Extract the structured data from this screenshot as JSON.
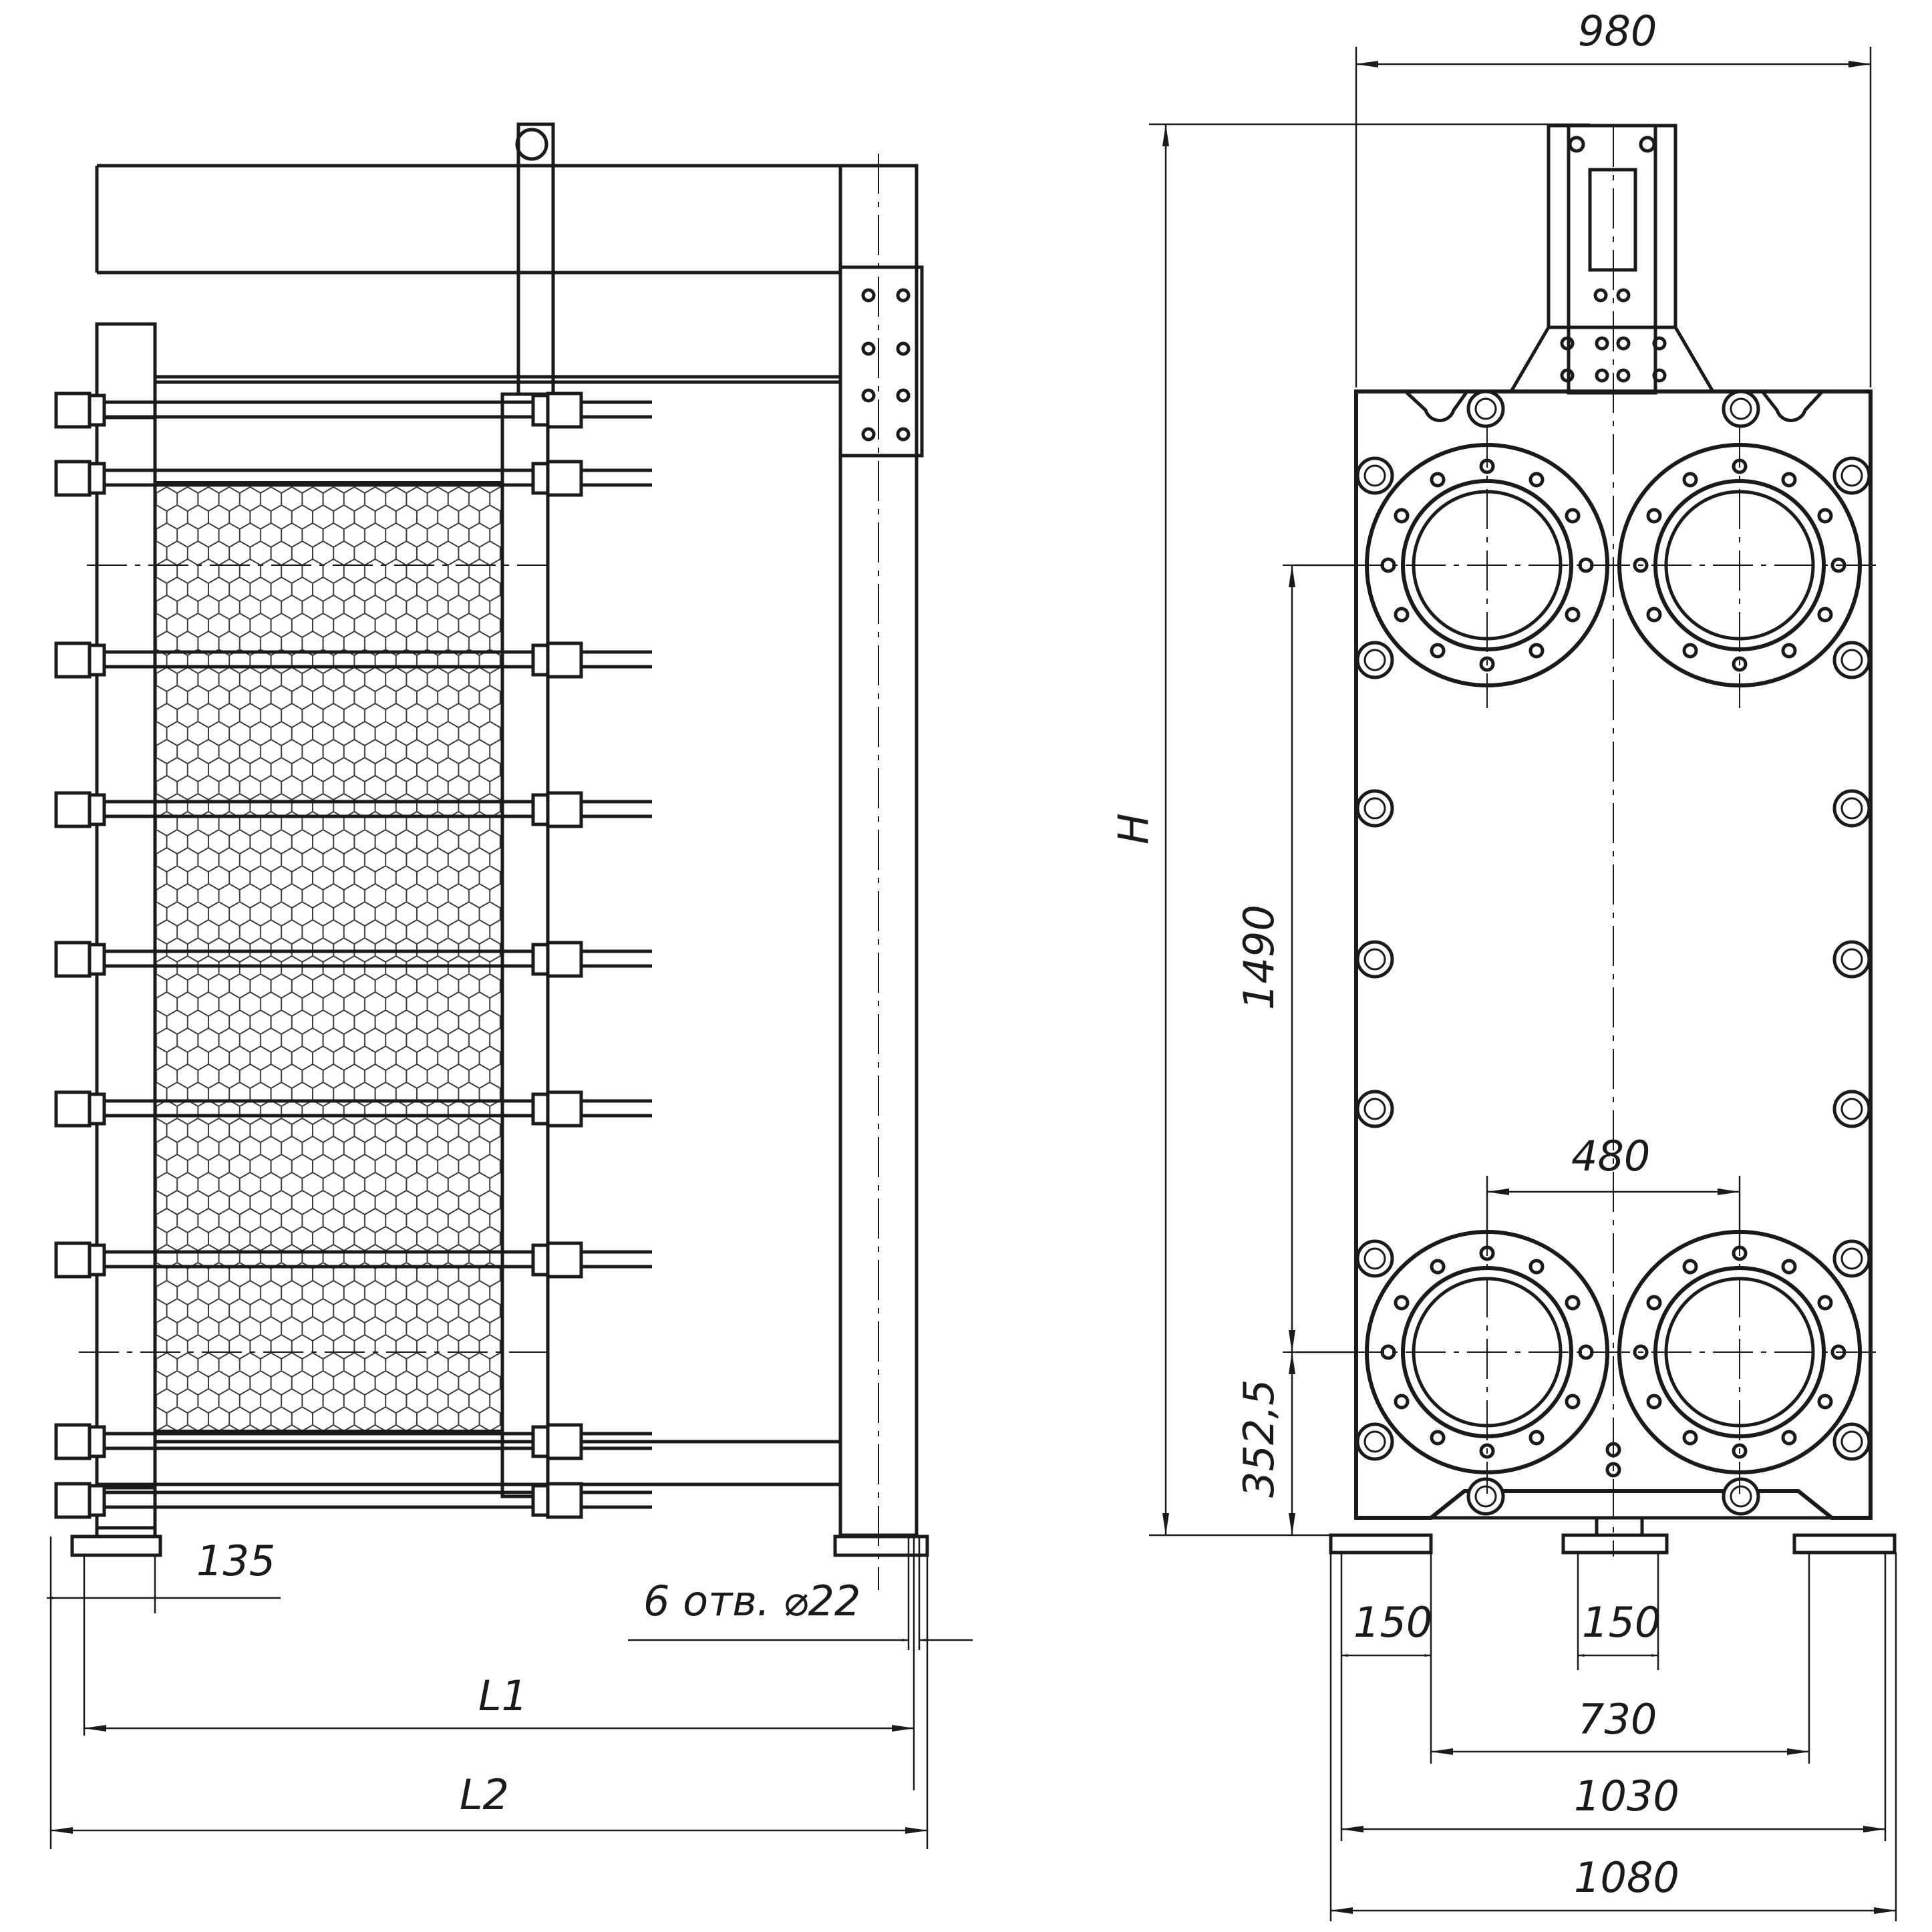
{
  "dimensions": {
    "width_top": "980",
    "height_H": "H",
    "port_spacing_vertical": "1490",
    "bottom_port_height": "352,5",
    "port_spacing_horizontal": "480",
    "foot_width_left": "150",
    "foot_width_center": "150",
    "foot_span_inner": "730",
    "foot_span_outer": "1030",
    "overall_width": "1080",
    "foot_width_side": "135",
    "holes_note": "6 отв. ⌀22",
    "length_L1": "L1",
    "length_L2": "L2"
  }
}
